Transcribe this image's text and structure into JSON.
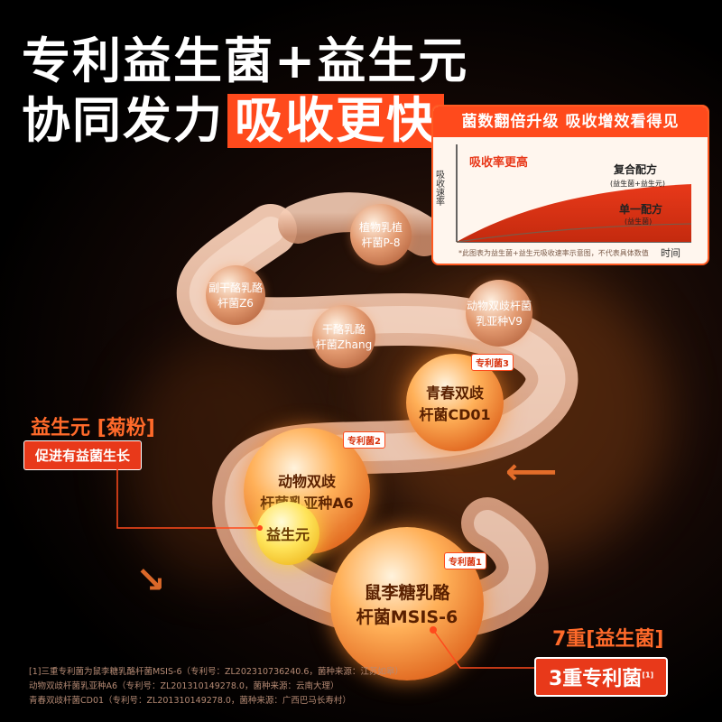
{
  "headline": {
    "line1": "专利益生菌+益生元",
    "line2_prefix": "协同发力",
    "line2_highlight": "吸收更快"
  },
  "chart_card": {
    "title": "菌数翻倍升级  吸收增效看得见",
    "y_axis_label": "吸收速率",
    "x_axis_label": "时间",
    "annotation": "吸收率更高",
    "series_top": {
      "name": "复合配方",
      "sub": "(益生菌+益生元)"
    },
    "series_bottom": {
      "name": "单一配方",
      "sub": "(益生菌)"
    },
    "note": "*此图表为益生菌+益生元吸收速率示意图，不代表具体数值"
  },
  "strains": [
    {
      "label1": "植物乳植",
      "label2": "杆菌P-8"
    },
    {
      "label1": "副干酪乳酪",
      "label2": "杆菌Z6"
    },
    {
      "label1": "干酪乳酪",
      "label2": "杆菌Zhang"
    },
    {
      "label1": "动物双歧杆菌",
      "label2": "乳亚种V9"
    }
  ],
  "patent_strains": [
    {
      "tag": "专利菌3",
      "label1": "青春双歧",
      "label2": "杆菌CD01"
    },
    {
      "tag": "专利菌2",
      "label1": "动物双歧",
      "label2": "杆菌乳亚种A6"
    },
    {
      "tag": "专利菌1",
      "label1": "鼠李糖乳酪",
      "label2": "杆菌MSIS-6"
    }
  ],
  "prebiotic_bubble": "益生元",
  "left_label": "益生元 [菊粉]",
  "left_box": "促进有益菌生长",
  "right_label": "7重[益生菌]",
  "right_box": "3重专利菌",
  "right_box_sup": "[1]",
  "footnotes": [
    "[1]三重专利菌为鼠李糖乳酪杆菌MSIS-6（专利号：ZL202310736240.6，菌种来源：江苏如皋）",
    "动物双歧杆菌乳亚种A6（专利号：ZL201310149278.0，菌种来源：云南大理）",
    "青春双歧杆菌CD01（专利号：ZL201310149278.0，菌种来源：广西巴马长寿村）"
  ],
  "colors": {
    "accent": "#ff4a1c",
    "highlight_bg": "#ff4a1c",
    "card_bg": "#fff6ee"
  }
}
